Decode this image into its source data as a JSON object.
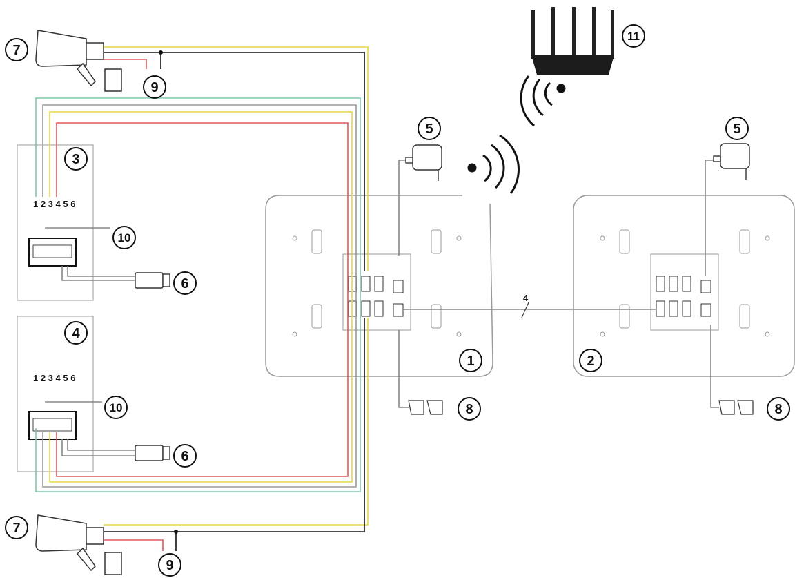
{
  "callouts": {
    "c1": "1",
    "c2": "2",
    "c3": "3",
    "c4": "4",
    "c5a": "5",
    "c5b": "5",
    "c6a": "6",
    "c6b": "6",
    "c7a": "7",
    "c7b": "7",
    "c8a": "8",
    "c8b": "8",
    "c9a": "9",
    "c9b": "9",
    "c10a": "10",
    "c10b": "10",
    "c11": "11"
  },
  "pins": {
    "panel_3": "1 2 3 4 5 6",
    "panel_4": "1 2 3 4 5 6"
  },
  "bus_wire_count": "4",
  "colors": {
    "wire_red": "#e05a5a",
    "wire_yellow": "#e8d64a",
    "wire_green": "#7fc8a8",
    "wire_black": "#111111",
    "wire_gray": "#9a9a9a"
  }
}
